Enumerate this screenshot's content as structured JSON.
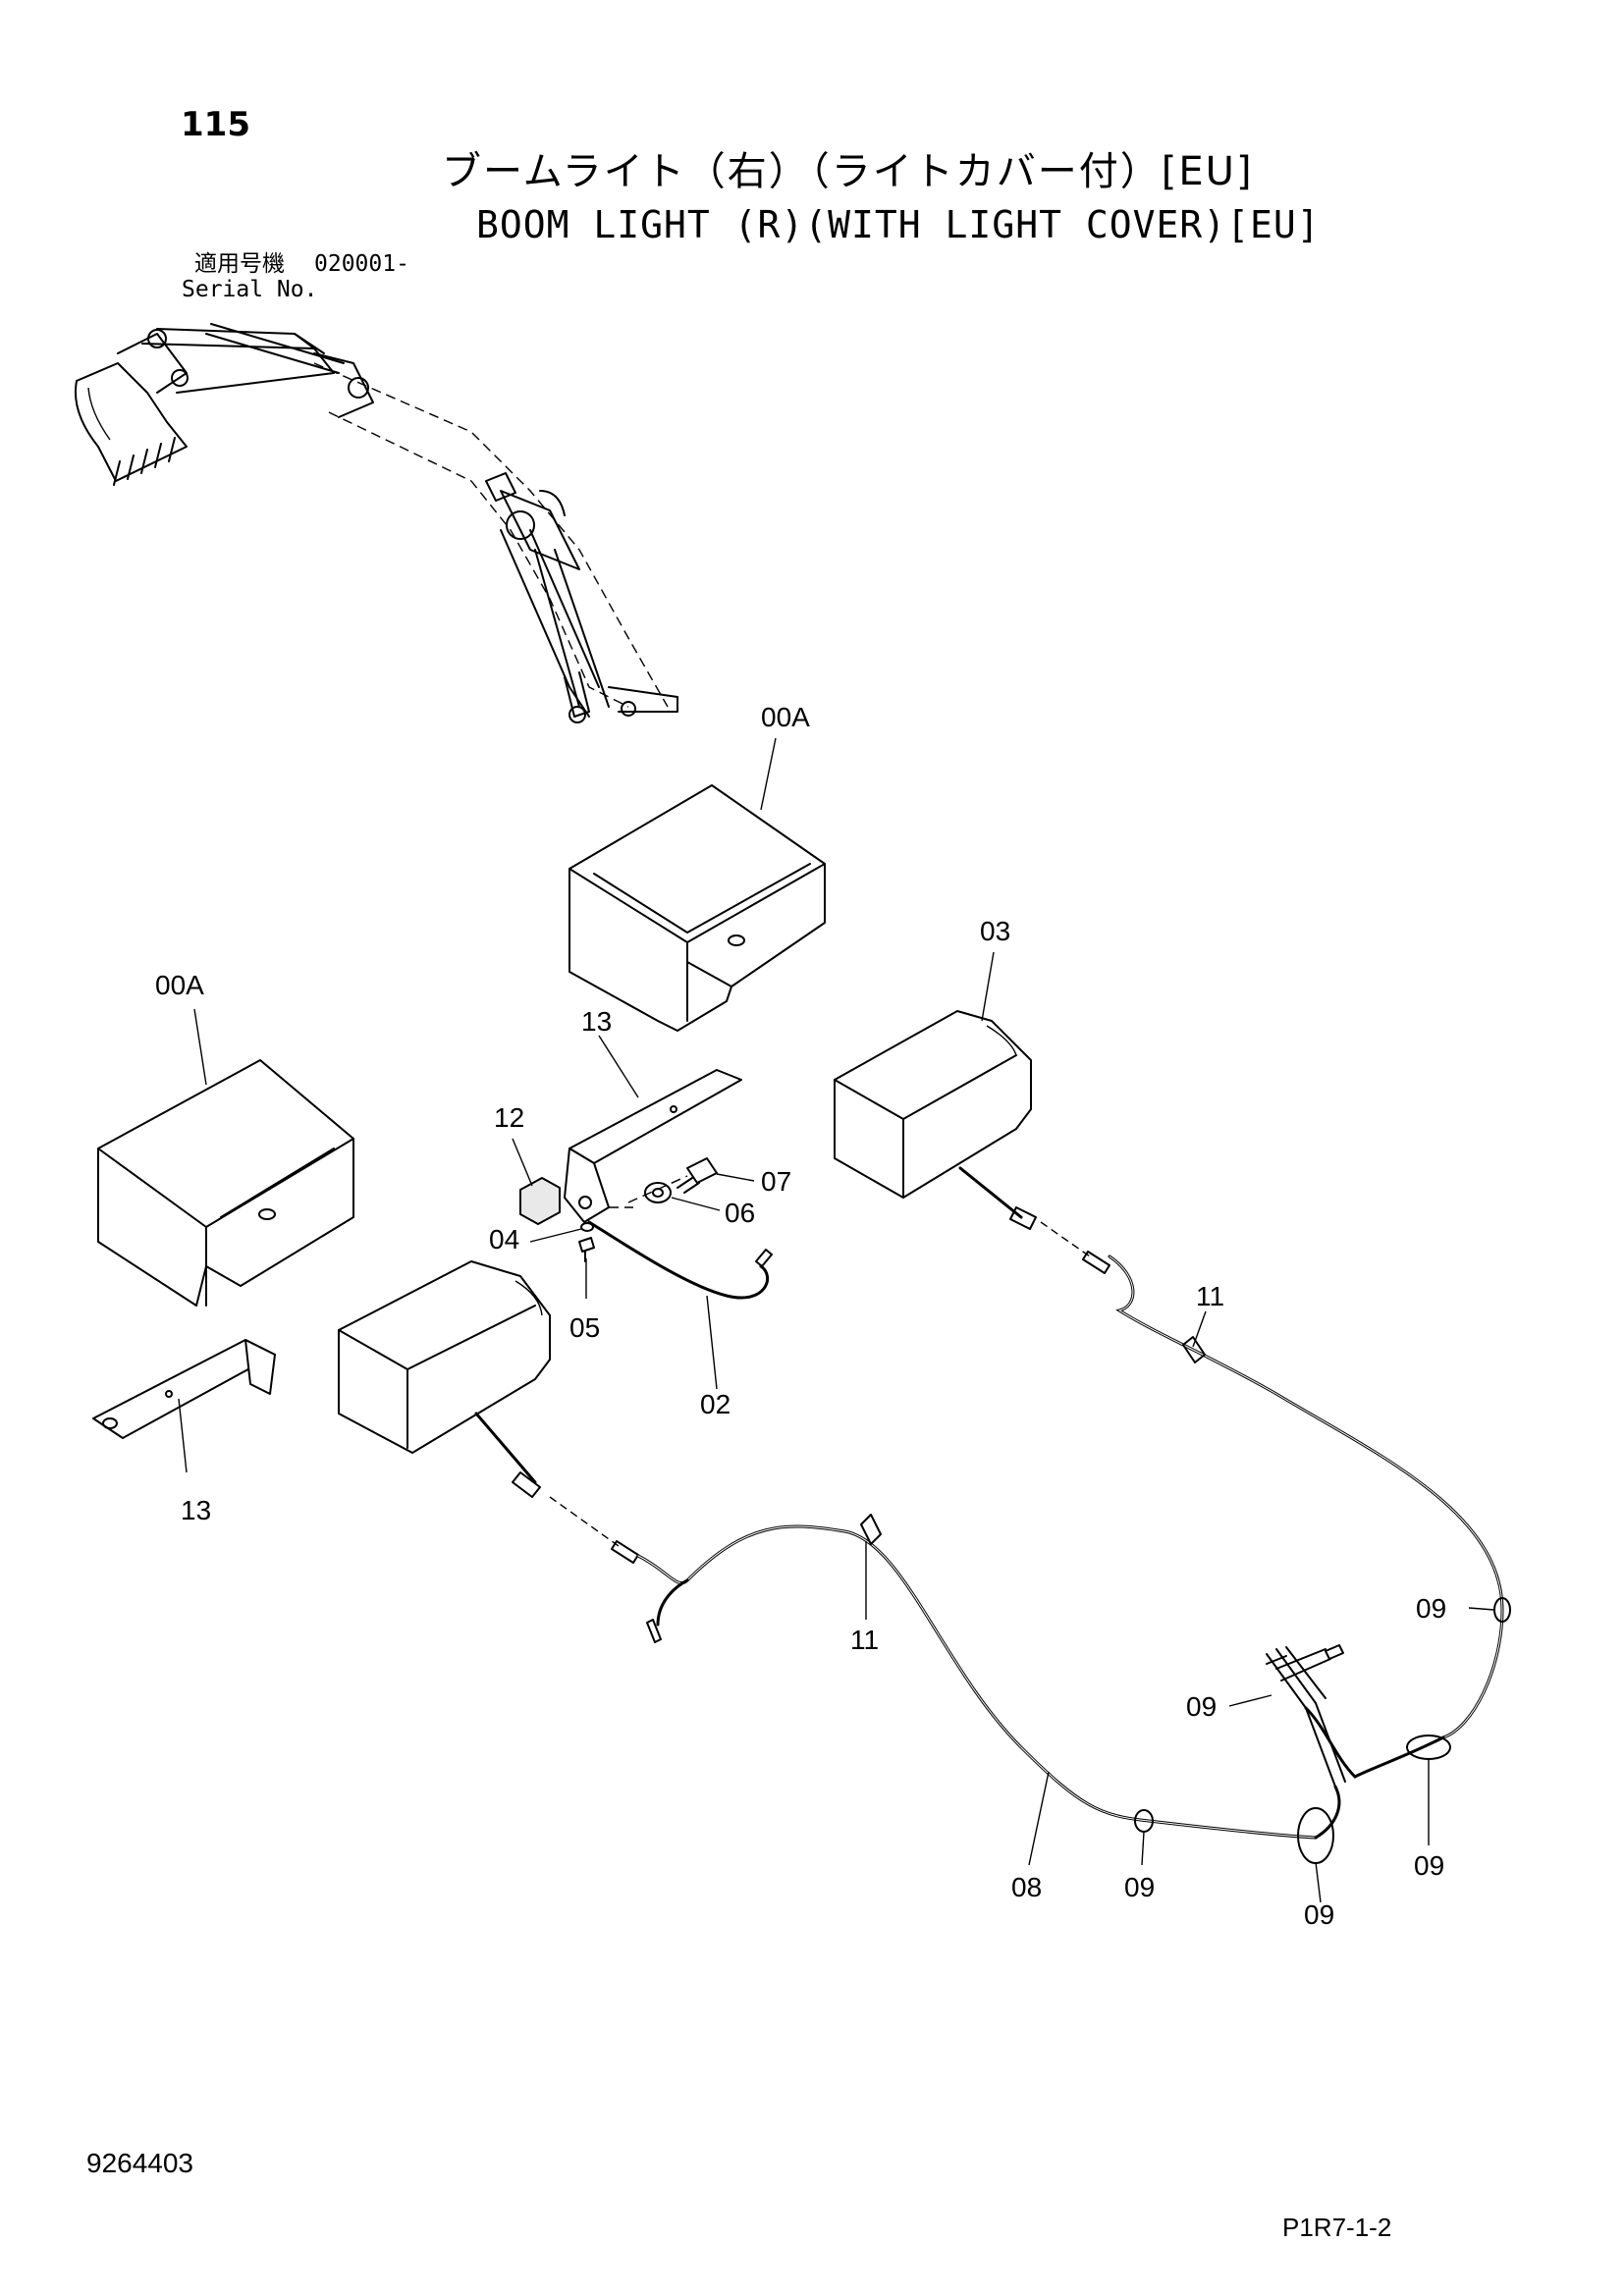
{
  "header": {
    "page_number": "115",
    "title_jp": "ブームライト（右）（ライトカバー付）[EU]",
    "title_en": "BOOM LIGHT (R)(WITH LIGHT COVER)[EU]",
    "serial_label_jp": "適用号機",
    "serial_code": "020001-",
    "serial_label_en": "Serial No."
  },
  "callouts": {
    "cover_top": "00A",
    "cover_left": "00A",
    "lamp_right": "03",
    "bracket_top": "13",
    "bracket_left": "13",
    "nut_12": "12",
    "bolt_07": "07",
    "washer_06": "06",
    "washer_04": "04",
    "screw_05": "05",
    "ground_wire_02": "02",
    "harness_08": "08",
    "clip_11_right": "11",
    "clip_11_left": "11",
    "band_09_a": "09",
    "band_09_b": "09",
    "band_09_c": "09",
    "band_09_d": "09",
    "band_09_e": "09"
  },
  "footer": {
    "document_number": "9264403",
    "page_ref": "P1R7-1-2"
  }
}
